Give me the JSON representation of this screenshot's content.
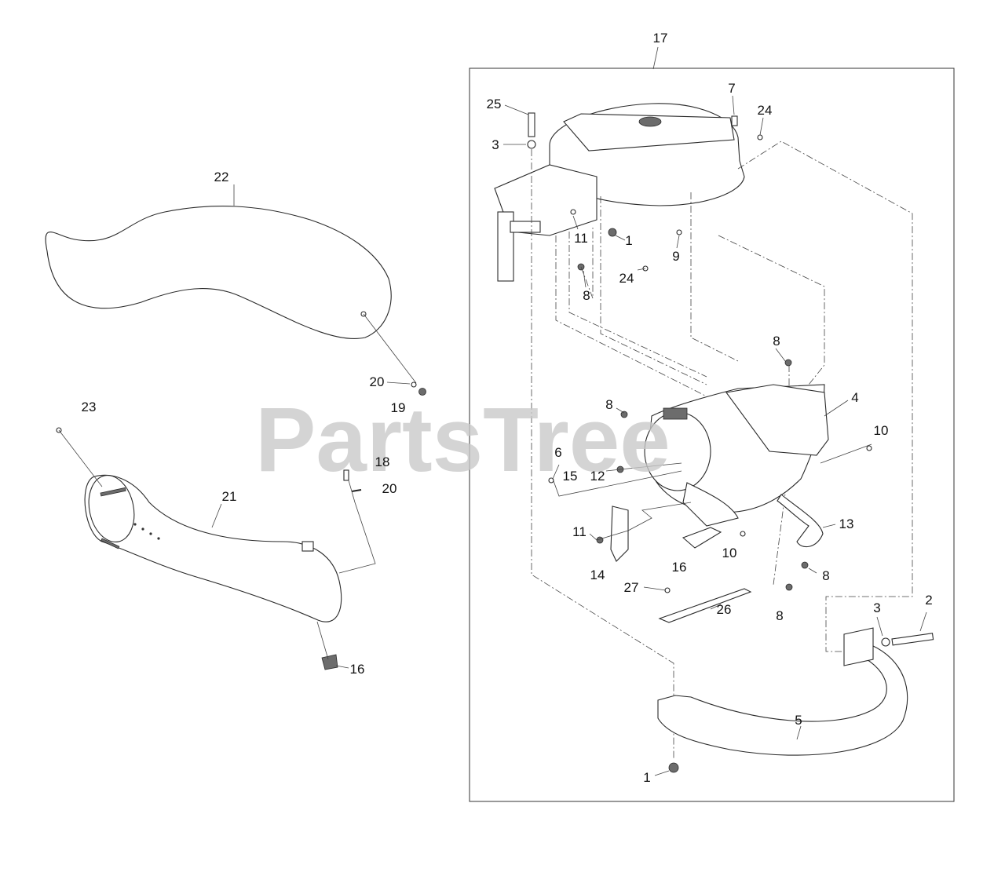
{
  "callouts": [
    {
      "key": "c17",
      "text": "17"
    },
    {
      "key": "c25",
      "text": "25"
    },
    {
      "key": "c3a",
      "text": "3"
    },
    {
      "key": "c7",
      "text": "7"
    },
    {
      "key": "c24a",
      "text": "24"
    },
    {
      "key": "c22",
      "text": "22"
    },
    {
      "key": "c11a",
      "text": "11"
    },
    {
      "key": "c1a",
      "text": "1"
    },
    {
      "key": "c9",
      "text": "9"
    },
    {
      "key": "c24b",
      "text": "24"
    },
    {
      "key": "c8a",
      "text": "8"
    },
    {
      "key": "c8b",
      "text": "8"
    },
    {
      "key": "c20a",
      "text": "20"
    },
    {
      "key": "c19",
      "text": "19"
    },
    {
      "key": "c4",
      "text": "4"
    },
    {
      "key": "c23",
      "text": "23"
    },
    {
      "key": "c8c",
      "text": "8"
    },
    {
      "key": "c10a",
      "text": "10"
    },
    {
      "key": "c18",
      "text": "18"
    },
    {
      "key": "c6",
      "text": "6"
    },
    {
      "key": "c15",
      "text": "15"
    },
    {
      "key": "c12",
      "text": "12"
    },
    {
      "key": "c20b",
      "text": "20"
    },
    {
      "key": "c21",
      "text": "21"
    },
    {
      "key": "c13",
      "text": "13"
    },
    {
      "key": "c11b",
      "text": "11"
    },
    {
      "key": "c16a",
      "text": "16"
    },
    {
      "key": "c10b",
      "text": "10"
    },
    {
      "key": "c8d",
      "text": "8"
    },
    {
      "key": "c14",
      "text": "14"
    },
    {
      "key": "c27",
      "text": "27"
    },
    {
      "key": "c26",
      "text": "26"
    },
    {
      "key": "c8e",
      "text": "8"
    },
    {
      "key": "c3b",
      "text": "3"
    },
    {
      "key": "c2",
      "text": "2"
    },
    {
      "key": "c16b",
      "text": "16"
    },
    {
      "key": "c5",
      "text": "5"
    },
    {
      "key": "c1b",
      "text": "1"
    }
  ],
  "watermark": "PartsTree"
}
